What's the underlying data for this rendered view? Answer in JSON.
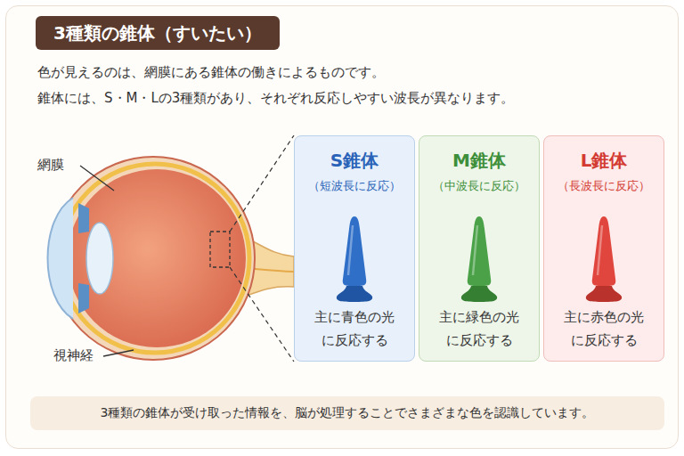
{
  "diagram": {
    "title": "3種類の錐体（すいたい）",
    "nodes": [
      {
        "text": [
          "S錐体",
          "（短波長に反応）",
          "主に青色の光 に反応する"
        ]
      },
      {
        "text": [
          "M錐体",
          "（中波長に反応）",
          "主に緑色の光 に反応する"
        ]
      },
      {
        "text": [
          "L錐体",
          "（長波長に反応）",
          "主に赤色の光 に反応する"
        ]
      },
      {
        "text": [
          "3種類の錐体が受け取った情報を、脳が処理することでさまざまな色を認識しています。"
        ]
      }
    ],
    "labels": [
      "色が見えるのは、網膜にある錐体の働きによるものです。",
      "錐体には、S・M・Lの3種類があり、それぞれ反応しやすい波長が異なります。",
      "網膜",
      "視神経"
    ]
  }
}
